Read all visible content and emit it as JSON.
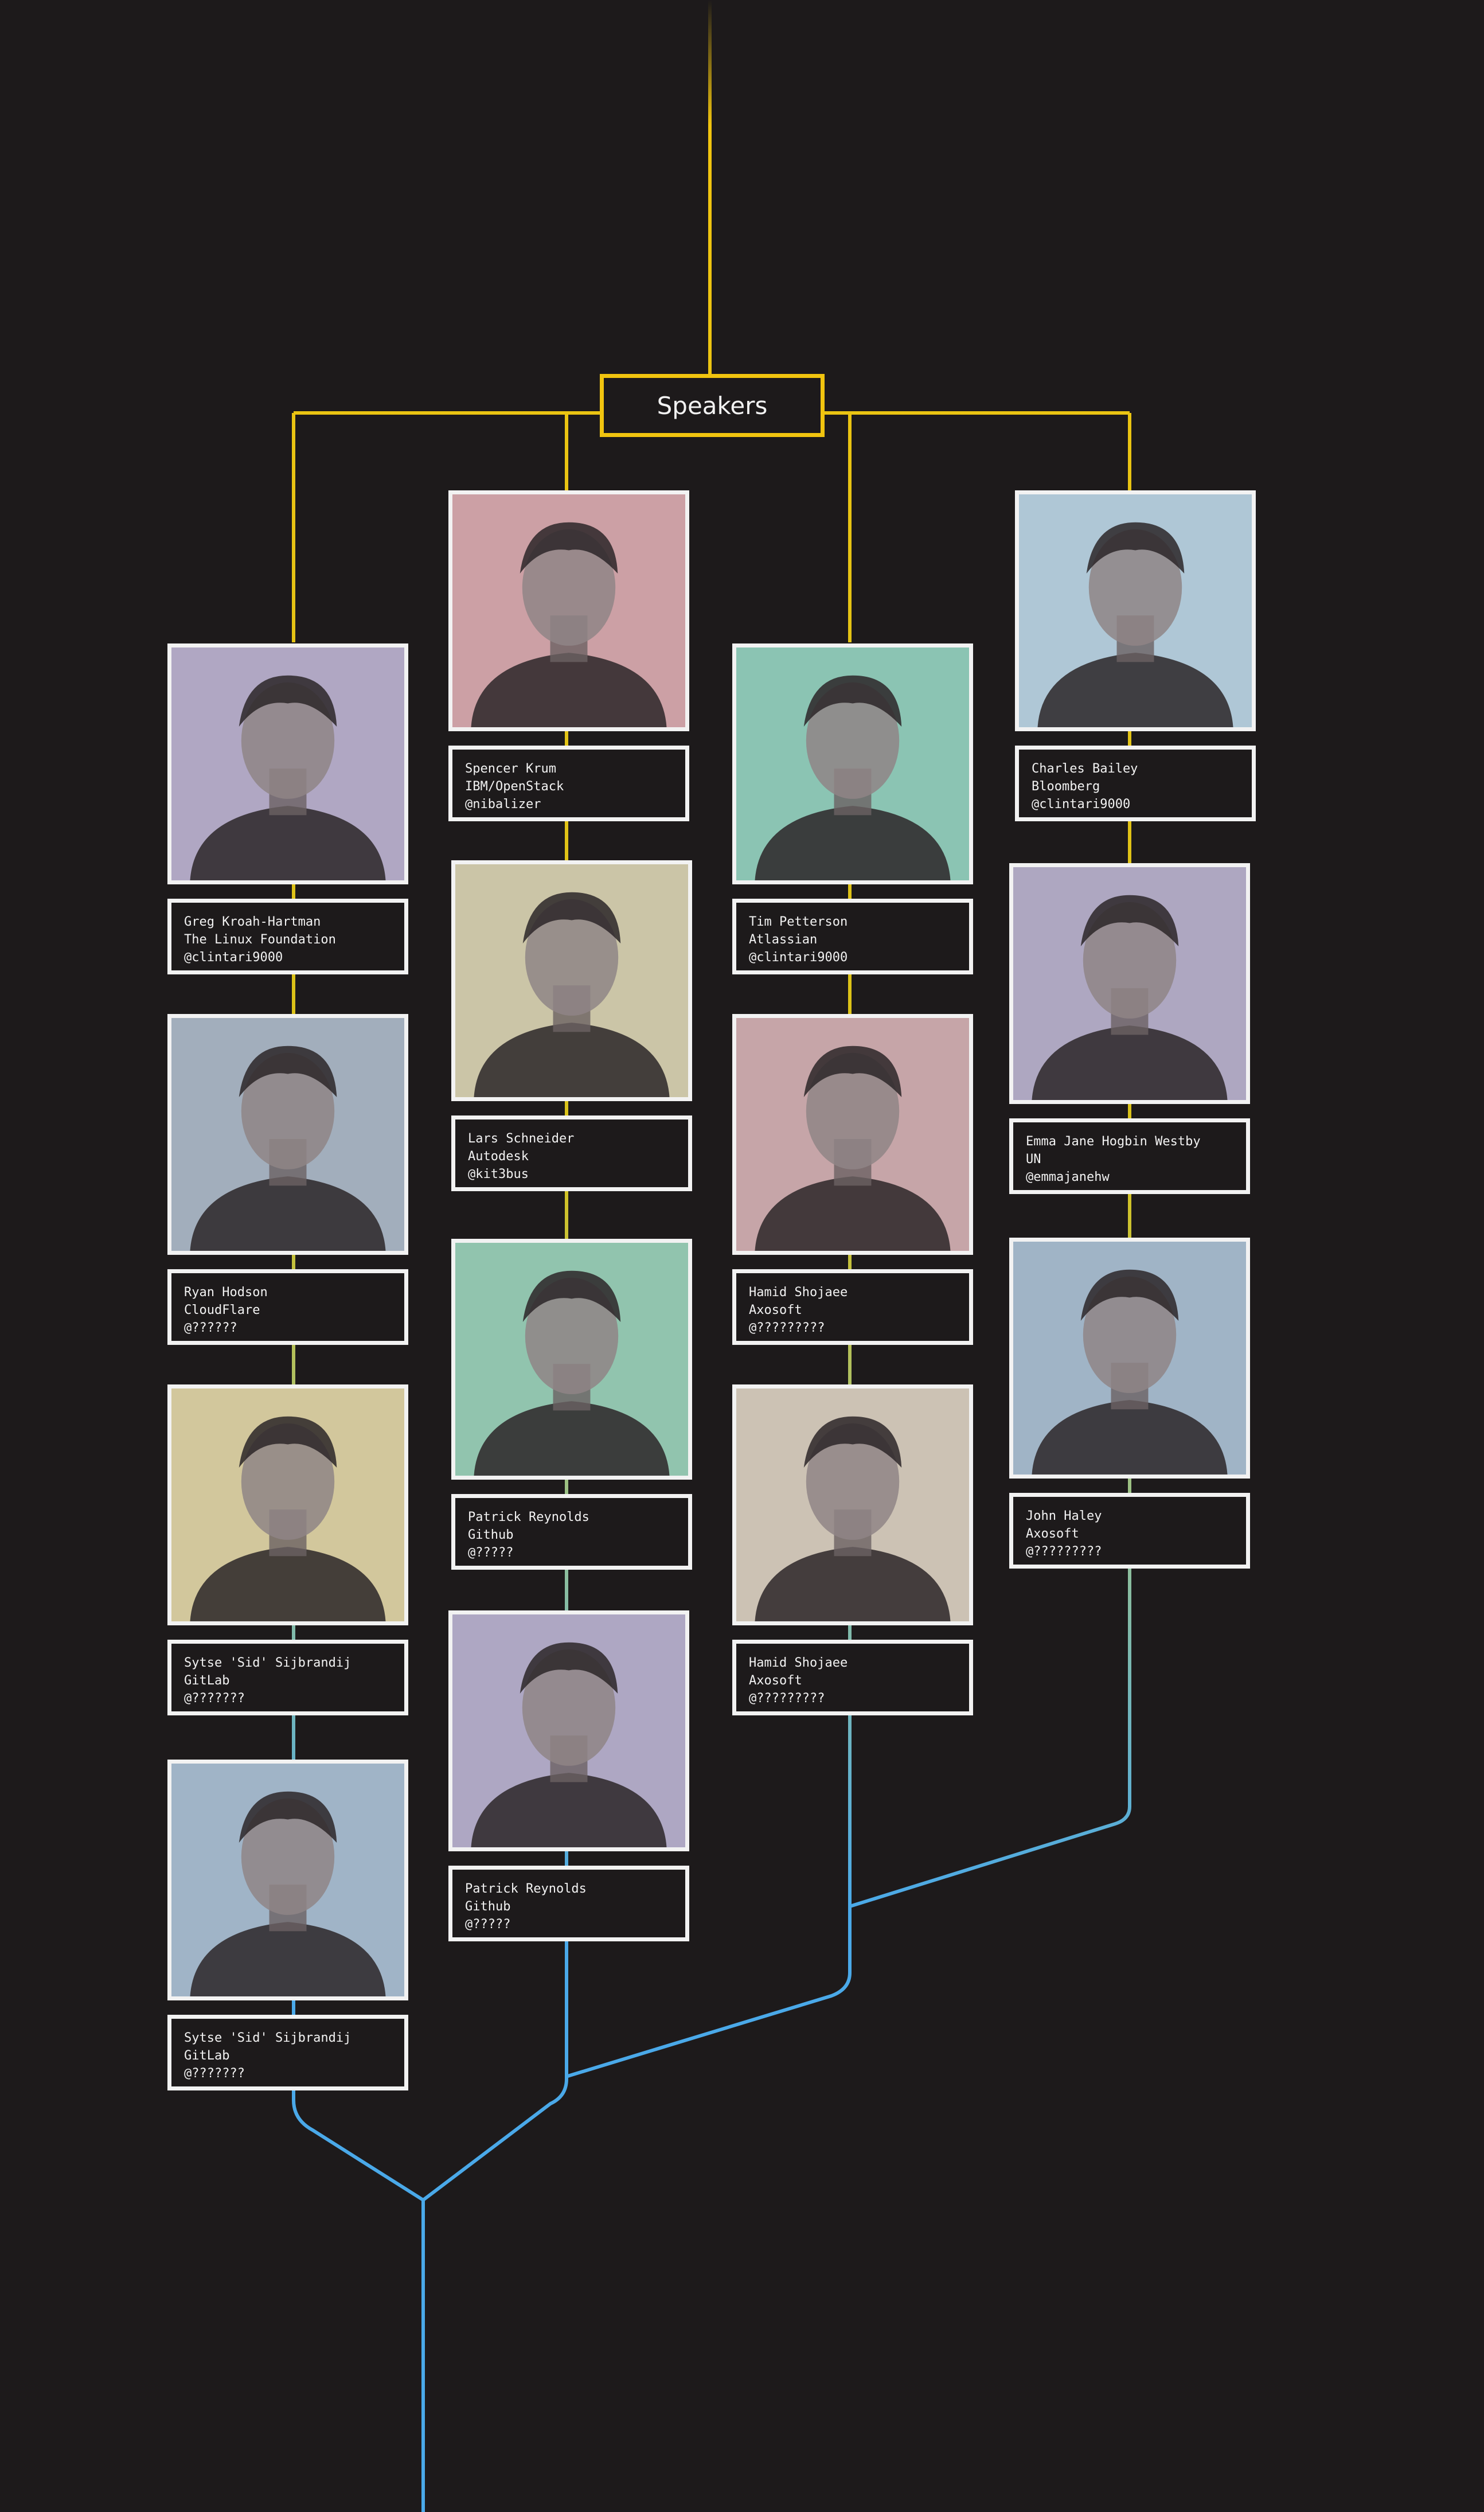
{
  "title": "Speakers",
  "colors": {
    "background": "#1d1a1b",
    "frame": "#f2f2f2",
    "branch_top": "#f1c40f",
    "branch_bottom": "#4aa9e9"
  },
  "speakers": [
    {
      "name": "Greg Kroah-Hartman",
      "org": "The Linux Foundation",
      "handle": "@clintari9000",
      "tint": "#c9bfdf"
    },
    {
      "name": "Ryan Hodson",
      "org": "CloudFlare",
      "handle": "@??????",
      "tint": "#b9c6d6"
    },
    {
      "name": "Sytse 'Sid' Sijbrandij",
      "org": "GitLab",
      "handle": "@???????",
      "tint": "#efe3b2"
    },
    {
      "name": "Sytse 'Sid' Sijbrandij",
      "org": "GitLab",
      "handle": "@???????",
      "tint": "#b7cde3"
    },
    {
      "name": "Spencer Krum",
      "org": "IBM/OpenStack",
      "handle": "@nibalizer",
      "tint": "#e9b7bc"
    },
    {
      "name": "Lars Schneider",
      "org": "Autodesk",
      "handle": "@kit3bus",
      "tint": "#e8e1bf"
    },
    {
      "name": "Patrick Reynolds",
      "org": "Github",
      "handle": "@?????",
      "tint": "#a5e0c6"
    },
    {
      "name": "Patrick Reynolds",
      "org": "Github",
      "handle": "@?????",
      "tint": "#c7bfdf"
    },
    {
      "name": "Tim Petterson",
      "org": "Atlassian",
      "handle": "@clintari9000",
      "tint": "#9fe0cc"
    },
    {
      "name": "Hamid Shojaee",
      "org": "Axosoft",
      "handle": "@?????????",
      "tint": "#e2bcc0"
    },
    {
      "name": "Hamid Shojaee",
      "org": "Axosoft",
      "handle": "@?????????",
      "tint": "#e9ddcd"
    },
    {
      "name": "Charles Bailey",
      "org": "Bloomberg",
      "handle": "@clintari9000",
      "tint": "#c8e3f4"
    },
    {
      "name": "Emma Jane Hogbin Westby",
      "org": "UN",
      "handle": "@emmajanehw",
      "tint": "#c7bfdc"
    },
    {
      "name": "John Haley",
      "org": "Axosoft",
      "handle": "@?????????",
      "tint": "#b7cde2"
    }
  ]
}
